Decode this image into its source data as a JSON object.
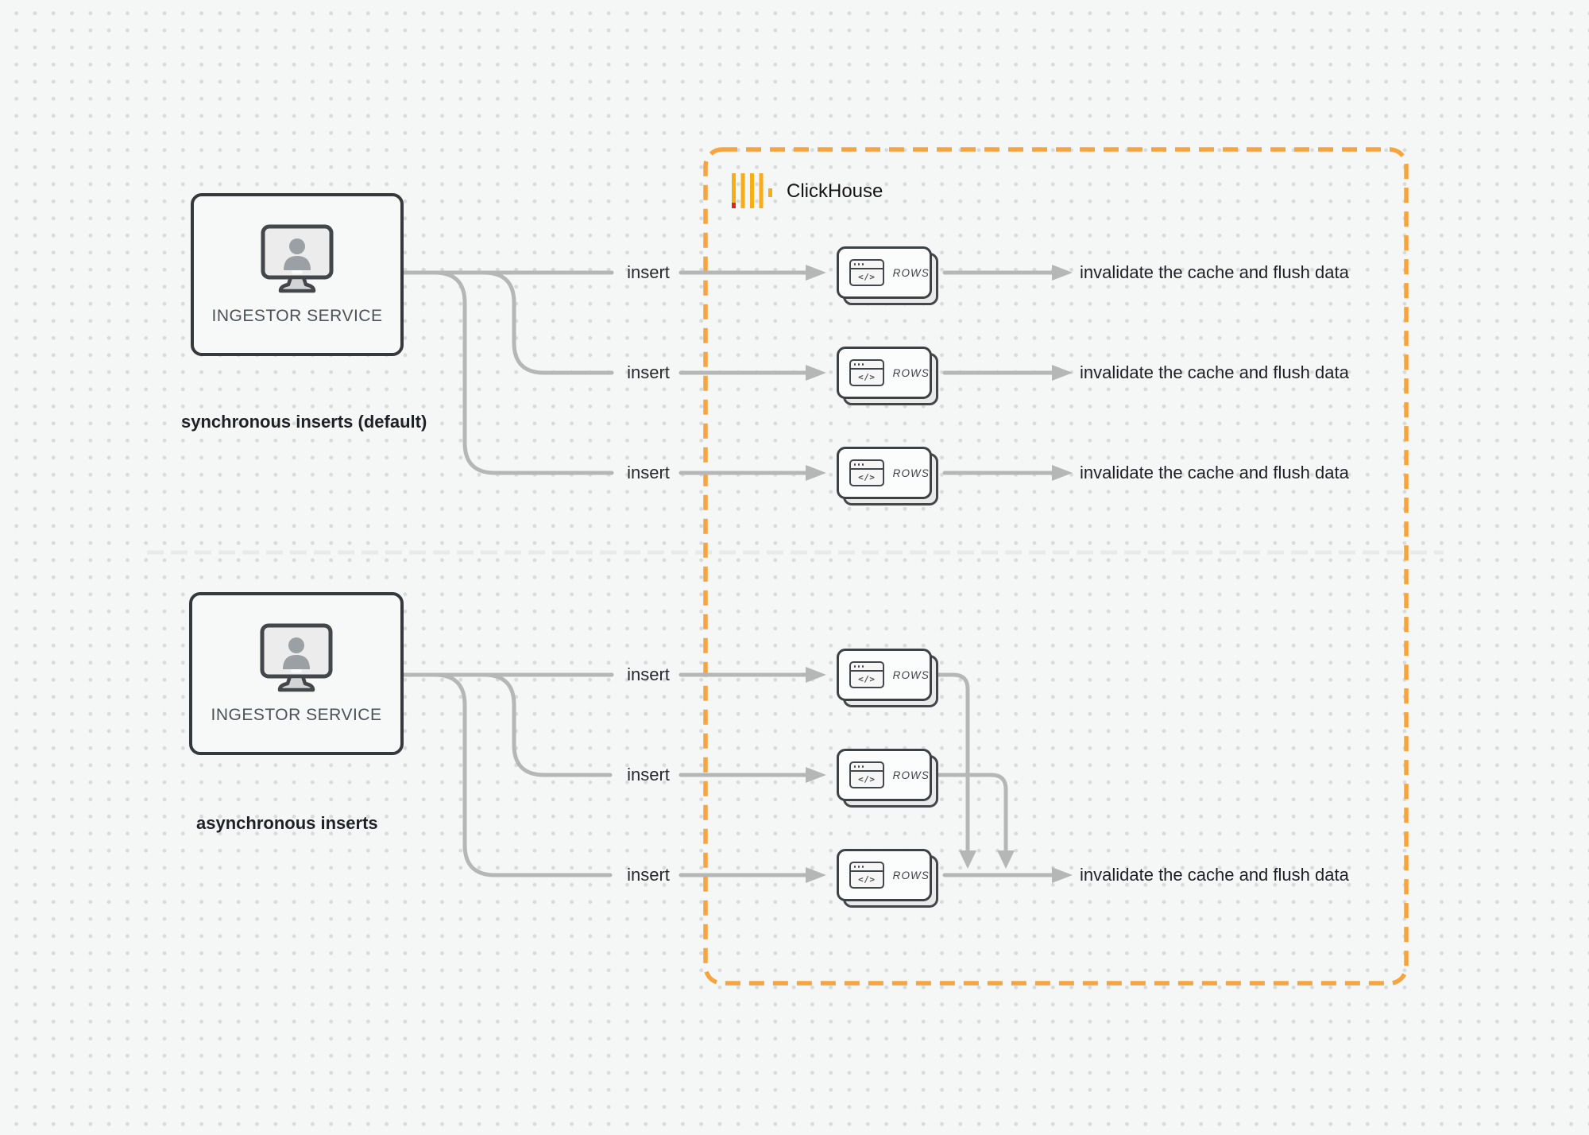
{
  "diagram": {
    "clickhouse": {
      "label": "ClickHouse"
    },
    "ingestor_label": "INGESTOR SERVICE",
    "sync": {
      "caption": "synchronous inserts (default)"
    },
    "async": {
      "caption": "asynchronous inserts"
    },
    "labels": {
      "insert": "insert",
      "invalidate": "invalidate the cache and flush data",
      "rows": "ROWS",
      "code_glyph": "</>"
    },
    "colors": {
      "background": "#f5f6f6",
      "dot_grid": "#d9dbdb",
      "accent_orange": "#F7A43E",
      "logo_yellow": "#F9AC16",
      "logo_red": "#E0231D",
      "connector_gray": "#b5b7b7",
      "divider_gray": "#e8eaea",
      "border_dark": "#35393c"
    }
  }
}
